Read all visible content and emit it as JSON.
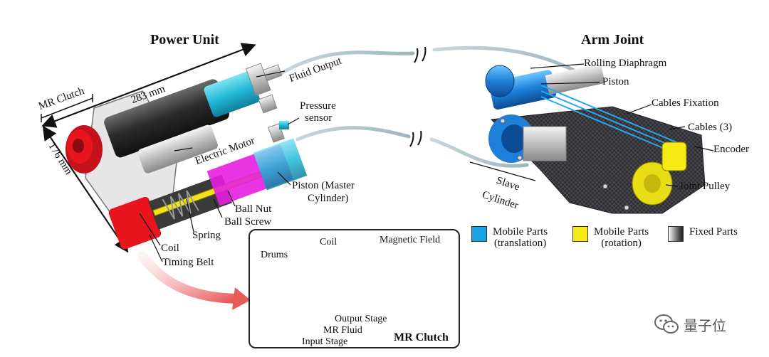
{
  "titles": {
    "power_unit": "Power Unit",
    "arm_joint": "Arm Joint"
  },
  "dimensions": {
    "length": "283 mm",
    "height": "176 mm",
    "mr_clutch": "MR Clutch"
  },
  "power_unit_labels": {
    "fluid_output": "Fluid Output",
    "pressure_sensor_1": "Pressure",
    "pressure_sensor_2": "sensor",
    "electric_motor": "Electric Motor",
    "piston_master_1": "Piston (Master",
    "piston_master_2": "Cylinder)",
    "ball_nut": "Ball Nut",
    "ball_screw": "Ball Screw",
    "spring": "Spring",
    "coil": "Coil",
    "timing_belt": "Timing Belt"
  },
  "arm_joint_labels": {
    "rolling_diaphragm": "Rolling Diaphragm",
    "piston": "Piston",
    "cables_fixation": "Cables Fixation",
    "cables": "Cables (3)",
    "encoder": "Encoder",
    "joint_pulley": "Joint Pulley",
    "slave_cylinder_1": "Slave",
    "slave_cylinder_2": "Cylinder"
  },
  "legend": {
    "mobile_translation_1": "Mobile Parts",
    "mobile_translation_2": "(translation)",
    "mobile_rotation_1": "Mobile Parts",
    "mobile_rotation_2": "(rotation)",
    "fixed": "Fixed Parts",
    "colors": {
      "translation": "#1aa3e6",
      "rotation": "#f5ea14",
      "clutch": "#e8141e",
      "master_cylinder": "#e51ee0",
      "fluid_parts": "#33c6de"
    }
  },
  "clutch_inset": {
    "title": "MR Clutch",
    "coil": "Coil",
    "magnetic_field": "Magnetic Field",
    "drums": "Drums",
    "output_stage": "Output Stage",
    "mr_fluid": "MR Fluid",
    "input_stage": "Input Stage"
  },
  "watermark": {
    "text": "量子位",
    "icon": "wechat-icon"
  }
}
